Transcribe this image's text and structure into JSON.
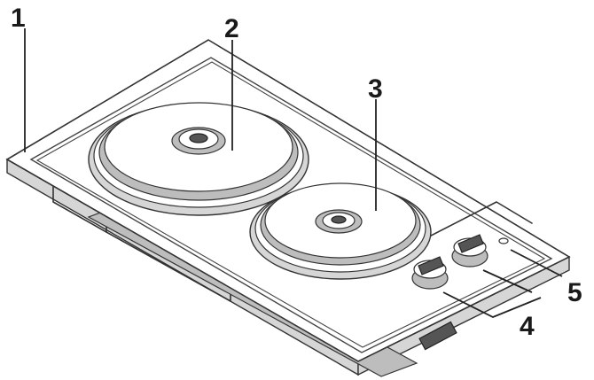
{
  "callouts": [
    {
      "id": "1",
      "label": "1"
    },
    {
      "id": "2",
      "label": "2"
    },
    {
      "id": "3",
      "label": "3"
    },
    {
      "id": "4",
      "label": "4"
    },
    {
      "id": "5",
      "label": "5"
    }
  ],
  "colors": {
    "line": "#333333",
    "shade": "#d6d6d6",
    "shade_mid": "#bdbdbd",
    "background": "#ffffff"
  }
}
